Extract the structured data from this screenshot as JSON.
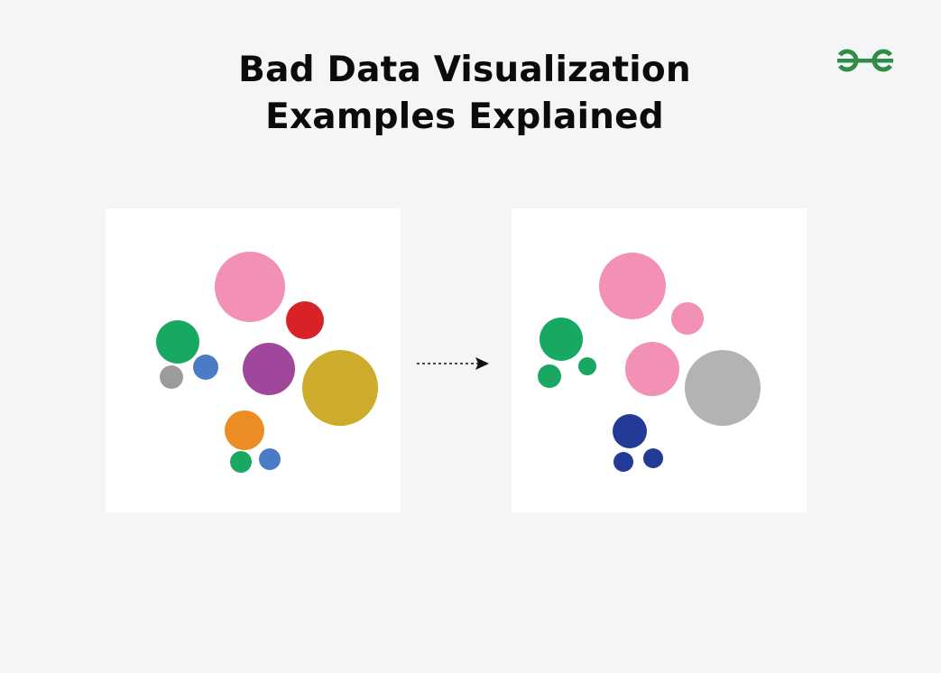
{
  "header": {
    "title_line1": "Bad Data Visualization",
    "title_line2": "Examples Explained",
    "logo_text": "GfG"
  },
  "colors": {
    "background": "#f4f5f7",
    "panel": "#ffffff",
    "brand_green": "#2f8d46",
    "pink": "#f291b5",
    "red": "#d92128",
    "green": "#18a862",
    "blue": "#4a7bc4",
    "gray": "#9b9b9b",
    "purple": "#a0479b",
    "gold": "#cdac2b",
    "orange": "#ec8c24",
    "navy": "#233a96",
    "light_gray": "#b3b3b3"
  },
  "diagram": {
    "before": {
      "name": "too-many-colors",
      "circle_colors": [
        "pink",
        "red",
        "green",
        "blue",
        "gray",
        "purple",
        "gold",
        "orange",
        "green",
        "blue"
      ]
    },
    "after": {
      "name": "grouped-colors",
      "circle_colors": [
        "pink",
        "pink",
        "green",
        "green",
        "green",
        "pink",
        "light_gray",
        "navy",
        "navy",
        "navy"
      ]
    }
  }
}
